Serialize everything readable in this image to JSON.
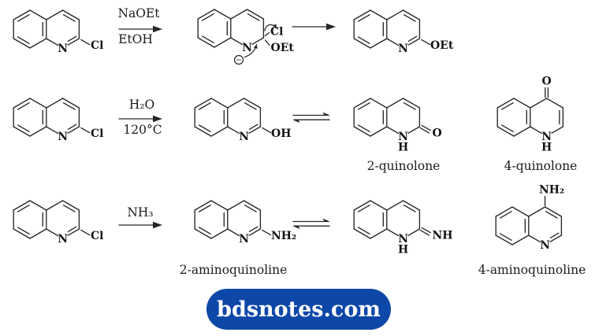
{
  "scheme": {
    "atoms": {
      "N": "N",
      "H": "H",
      "Cl": "Cl",
      "OEt": "OEt",
      "OH": "OH",
      "O": "O",
      "NH2": "NH₂",
      "NH": "NH",
      "minus": "−"
    },
    "row1": {
      "above": "NaOEt",
      "below": "EtOH"
    },
    "row2": {
      "above": "H₂O",
      "below": "120°C",
      "cap2": "2-quinolone",
      "cap4": "4-quinolone"
    },
    "row3": {
      "above": "NH₃",
      "cap2": "2-aminoquinoline",
      "cap4": "4-aminoquinoline"
    }
  },
  "footer": {
    "brand": "bdsnotes.com"
  },
  "colors": {
    "ink": "#262626",
    "button_bg": "#0d47a8",
    "button_text": "#ffffff"
  }
}
